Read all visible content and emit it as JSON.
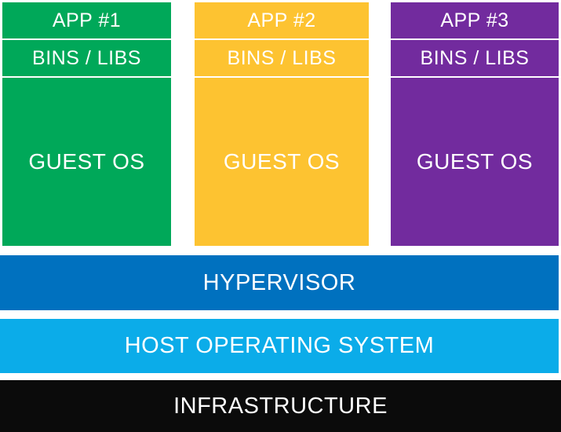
{
  "vms": [
    {
      "app_label": "APP #1",
      "bins_label": "BINS / LIBS",
      "guest_label": "GUEST OS",
      "color": "#00A859"
    },
    {
      "app_label": "APP #2",
      "bins_label": "BINS / LIBS",
      "guest_label": "GUEST OS",
      "color": "#FDC331"
    },
    {
      "app_label": "APP #3",
      "bins_label": "BINS / LIBS",
      "guest_label": "GUEST OS",
      "color": "#722B9E"
    }
  ],
  "layers": {
    "hypervisor": {
      "label": "HYPERVISOR",
      "color": "#0071BF",
      "text_color": "#FFFFFF"
    },
    "host_os": {
      "label": "HOST OPERATING SYSTEM",
      "color": "#0BACE9",
      "text_color": "#FFFFFF"
    },
    "infrastructure": {
      "label": "INFRASTRUCTURE",
      "color": "#0B0B0B",
      "text_color": "#FFFFFF"
    }
  }
}
